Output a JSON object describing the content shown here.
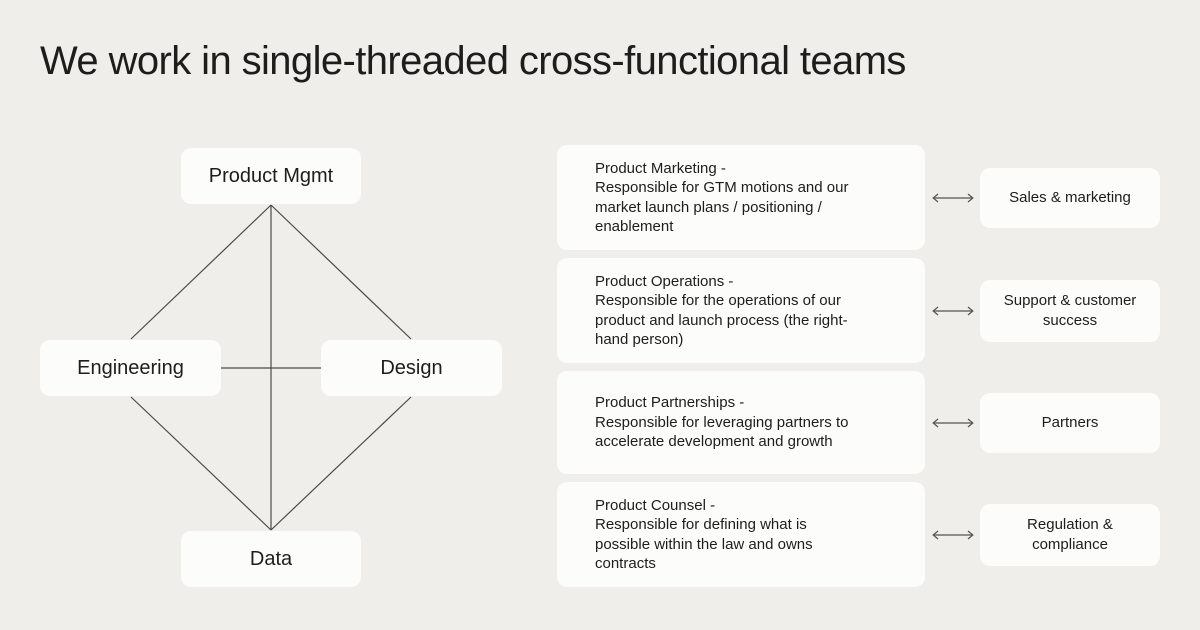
{
  "slide": {
    "title": "We work in single-threaded cross-functional teams",
    "background_color": "#efeeea",
    "card_color": "#fcfcfb",
    "text_color": "#1d1d1b",
    "line_color": "#4a4a46"
  },
  "diagram": {
    "name": "cross-functional-team-diamond",
    "nodes": [
      {
        "id": "product-mgmt",
        "label": "Product Mgmt",
        "position": "top"
      },
      {
        "id": "engineering",
        "label": "Engineering",
        "position": "left"
      },
      {
        "id": "design",
        "label": "Design",
        "position": "right"
      },
      {
        "id": "data",
        "label": "Data",
        "position": "bottom"
      }
    ],
    "edges": [
      {
        "from": "product-mgmt",
        "to": "engineering"
      },
      {
        "from": "product-mgmt",
        "to": "design"
      },
      {
        "from": "engineering",
        "to": "data"
      },
      {
        "from": "design",
        "to": "data"
      },
      {
        "from": "product-mgmt",
        "to": "data"
      },
      {
        "from": "engineering",
        "to": "design"
      }
    ]
  },
  "rows": [
    {
      "id": "product-marketing",
      "role_title": "Product Marketing -",
      "description": "Responsible for GTM motions and our\nmarket launch plans / positioning /\nenablement",
      "connector_icon": "double-arrow-icon",
      "partner": "Sales & marketing"
    },
    {
      "id": "product-operations",
      "role_title": "Product Operations -",
      "description": "Responsible for the operations of our\nproduct and launch process (the right-\nhand person)",
      "connector_icon": "double-arrow-icon",
      "partner": "Support & customer\nsuccess"
    },
    {
      "id": "product-partnerships",
      "role_title": "Product Partnerships -",
      "description": "Responsible for leveraging partners to\naccelerate development and growth",
      "connector_icon": "double-arrow-icon",
      "partner": "Partners"
    },
    {
      "id": "product-counsel",
      "role_title": "Product Counsel -",
      "description": "Responsible for defining what is\npossible within the law and owns\ncontracts",
      "connector_icon": "double-arrow-icon",
      "partner": "Regulation &\ncompliance"
    }
  ]
}
